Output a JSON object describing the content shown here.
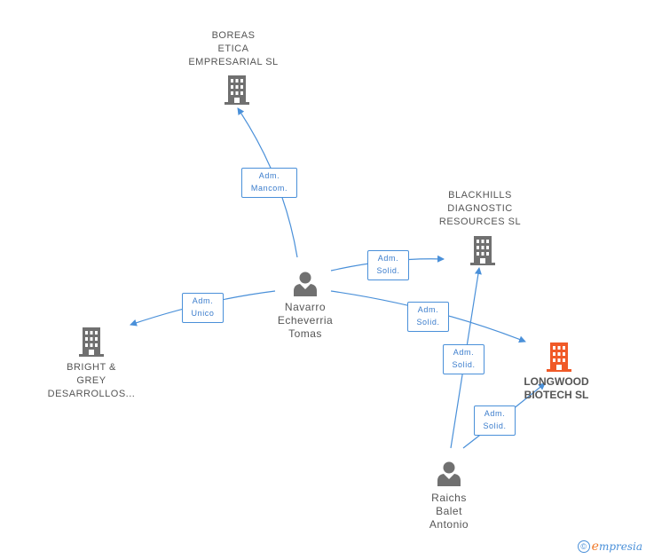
{
  "nodes": {
    "boreas": {
      "lines": [
        "BOREAS",
        "ETICA",
        "EMPRESARIAL SL"
      ]
    },
    "blackhills": {
      "lines": [
        "BLACKHILLS",
        "DIAGNOSTIC",
        "RESOURCES SL"
      ]
    },
    "bright": {
      "lines": [
        "BRIGHT &",
        "GREY",
        "DESARROLLOS..."
      ]
    },
    "longwood": {
      "lines": [
        "LONGWOOD",
        "BIOTECH SL"
      ]
    },
    "navarro": {
      "lines": [
        "Navarro",
        "Echeverria",
        "Tomas"
      ]
    },
    "raichs": {
      "lines": [
        "Raichs",
        "Balet",
        "Antonio"
      ]
    }
  },
  "edges": {
    "navarro_boreas": {
      "lines": [
        "Adm.",
        "Mancom."
      ]
    },
    "navarro_blackhills": {
      "lines": [
        "Adm.",
        "Solid."
      ]
    },
    "navarro_bright": {
      "lines": [
        "Adm.",
        "Unico"
      ]
    },
    "navarro_longwood": {
      "lines": [
        "Adm.",
        "Solid."
      ]
    },
    "raichs_blackhills": {
      "lines": [
        "Adm.",
        "Solid."
      ]
    },
    "raichs_longwood": {
      "lines": [
        "Adm.",
        "Solid."
      ]
    }
  },
  "colors": {
    "company": "#707070",
    "main_company": "#f05a28",
    "person": "#707070",
    "edge": "#4a90d9"
  },
  "icons": {
    "company": "building-icon",
    "person": "person-icon"
  },
  "footer": {
    "copyright_symbol": "©",
    "brand_first": "e",
    "brand_rest": "mpresia"
  }
}
